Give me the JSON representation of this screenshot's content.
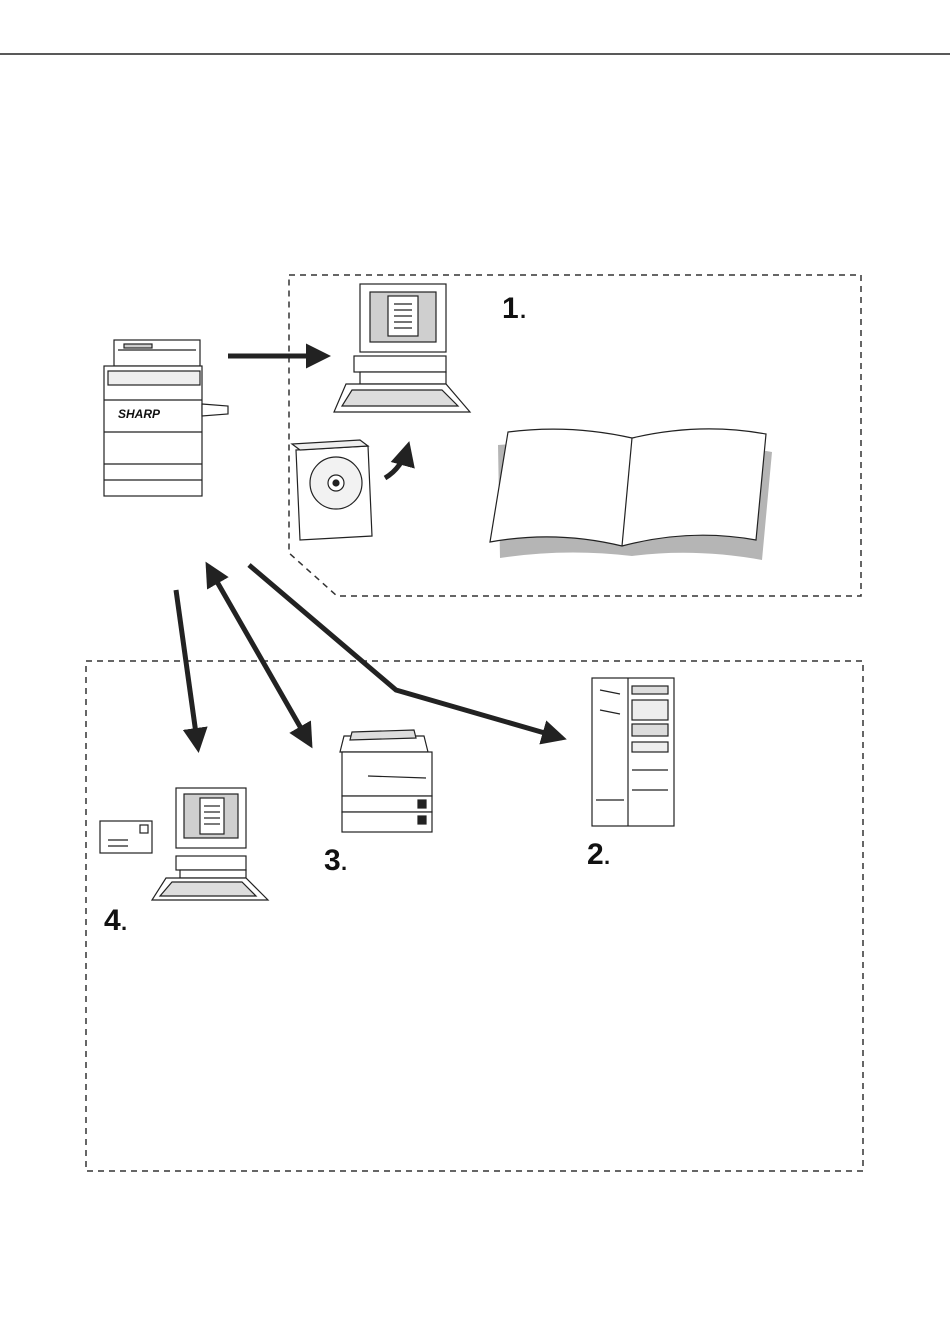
{
  "brand_label": "SHARP",
  "labels": {
    "one": "1",
    "two": "2",
    "three": "3",
    "four": "4",
    "dot": "."
  },
  "colors": {
    "line": "#222222",
    "manual_shadow": "#b5b5b5",
    "screen_fill": "#cfcfcf"
  },
  "icons": [
    "copier-icon",
    "computer-icon",
    "cd-icon",
    "manual-book-icon",
    "server-tower-icon",
    "printer-icon",
    "envelope-icon",
    "arrow-icon"
  ]
}
